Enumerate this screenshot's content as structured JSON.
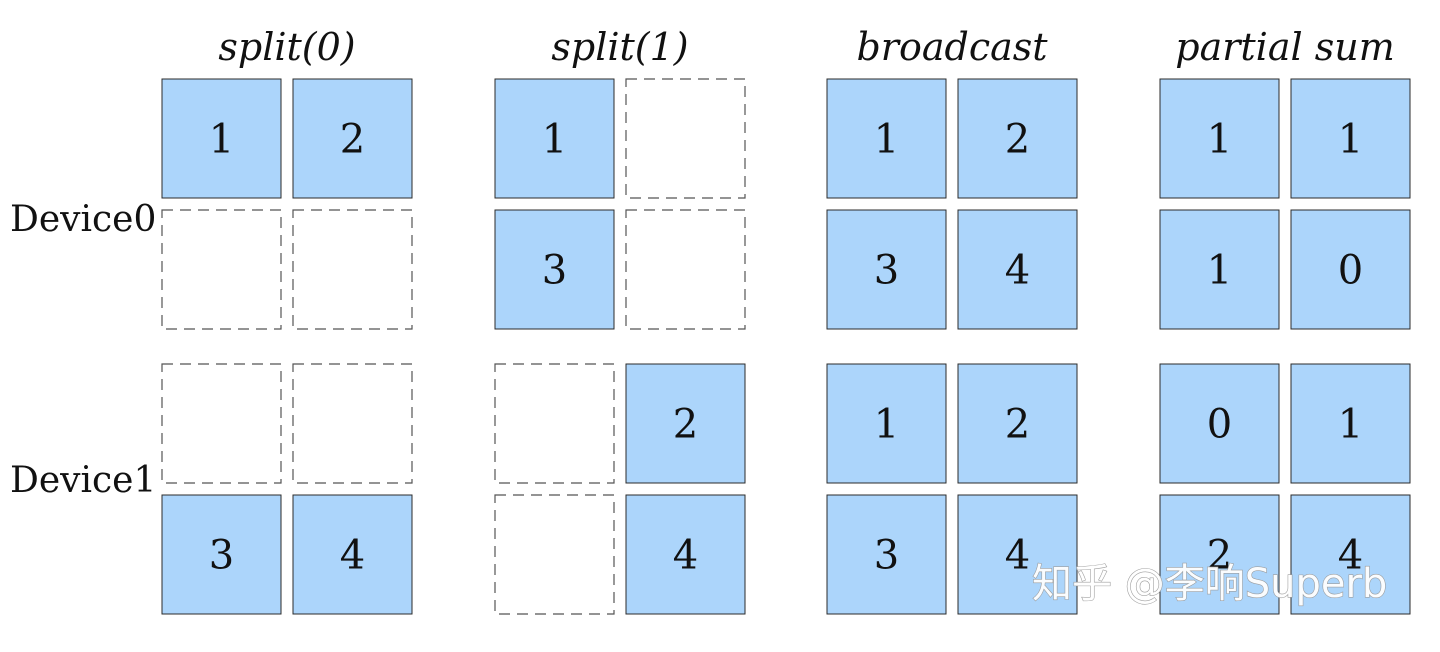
{
  "columns": [
    {
      "title": "split(0)"
    },
    {
      "title": "split(1)"
    },
    {
      "title": "broadcast"
    },
    {
      "title": "partial sum"
    }
  ],
  "devices": [
    {
      "label": "Device0"
    },
    {
      "label": "Device1"
    }
  ],
  "grids": [
    [
      [
        [
          {
            "filled": true,
            "value": "1"
          },
          {
            "filled": true,
            "value": "2"
          }
        ],
        [
          {
            "filled": false,
            "value": ""
          },
          {
            "filled": false,
            "value": ""
          }
        ]
      ],
      [
        [
          {
            "filled": false,
            "value": ""
          },
          {
            "filled": false,
            "value": ""
          }
        ],
        [
          {
            "filled": true,
            "value": "3"
          },
          {
            "filled": true,
            "value": "4"
          }
        ]
      ]
    ],
    [
      [
        [
          {
            "filled": true,
            "value": "1"
          },
          {
            "filled": false,
            "value": ""
          }
        ],
        [
          {
            "filled": true,
            "value": "3"
          },
          {
            "filled": false,
            "value": ""
          }
        ]
      ],
      [
        [
          {
            "filled": false,
            "value": ""
          },
          {
            "filled": true,
            "value": "2"
          }
        ],
        [
          {
            "filled": false,
            "value": ""
          },
          {
            "filled": true,
            "value": "4"
          }
        ]
      ]
    ],
    [
      [
        [
          {
            "filled": true,
            "value": "1"
          },
          {
            "filled": true,
            "value": "2"
          }
        ],
        [
          {
            "filled": true,
            "value": "3"
          },
          {
            "filled": true,
            "value": "4"
          }
        ]
      ],
      [
        [
          {
            "filled": true,
            "value": "1"
          },
          {
            "filled": true,
            "value": "2"
          }
        ],
        [
          {
            "filled": true,
            "value": "3"
          },
          {
            "filled": true,
            "value": "4"
          }
        ]
      ]
    ],
    [
      [
        [
          {
            "filled": true,
            "value": "1"
          },
          {
            "filled": true,
            "value": "1"
          }
        ],
        [
          {
            "filled": true,
            "value": "1"
          },
          {
            "filled": true,
            "value": "0"
          }
        ]
      ],
      [
        [
          {
            "filled": true,
            "value": "0"
          },
          {
            "filled": true,
            "value": "1"
          }
        ],
        [
          {
            "filled": true,
            "value": "2"
          },
          {
            "filled": true,
            "value": "4"
          }
        ]
      ]
    ]
  ],
  "watermark": "知乎 @李响Superb",
  "colors": {
    "cell_fill": "#acd5fb",
    "cell_border": "#2b2b2b",
    "empty_border": "#555555"
  }
}
